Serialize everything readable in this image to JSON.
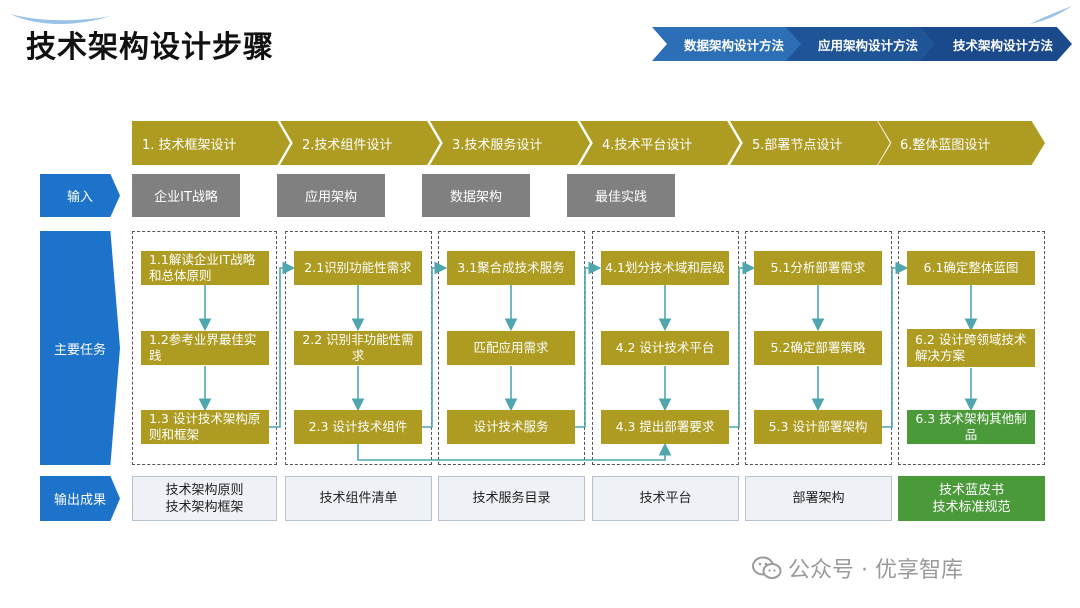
{
  "title": "技术架构设计步骤",
  "nav": [
    "数据架构设计方法",
    "应用架构设计方法",
    "技术架构设计方法"
  ],
  "steps": [
    "1. 技术框架设计",
    "2.技术组件设计",
    "3.技术服务设计",
    "4.技术平台设计",
    "5.部署节点设计",
    "6.整体蓝图设计"
  ],
  "side": {
    "input": "输入",
    "tasks": "主要任务",
    "output": "输出成果"
  },
  "inputs": [
    "企业IT战略",
    "应用架构",
    "数据架构",
    "最佳实践"
  ],
  "tasks": {
    "c1": [
      "1.1解读企业IT战略和总体原则",
      "1.2参考业界最佳实践",
      "1.3 设计技术架构原则和框架"
    ],
    "c2": [
      "2.1识别功能性需求",
      "2.2 识别非功能性需求",
      "2.3 设计技术组件"
    ],
    "c3": [
      "3.1聚合成技术服务",
      "匹配应用需求",
      "设计技术服务"
    ],
    "c4": [
      "4.1划分技术域和层级",
      "4.2 设计技术平台",
      "4.3 提出部署要求"
    ],
    "c5": [
      "5.1分析部署需求",
      "5.2确定部署策略",
      "5.3 设计部署架构"
    ],
    "c6": [
      "6.1确定整体蓝图",
      "6.2 设计跨领域技术解决方案",
      "6.3 技术架构其他制品"
    ]
  },
  "outputs": {
    "o1": [
      "技术架构原则",
      "技术架构框架"
    ],
    "o2": "技术组件清单",
    "o3": "技术服务目录",
    "o4": "技术平台",
    "o5": "部署架构",
    "o6": [
      "技术蓝皮书",
      "技术标准规范"
    ]
  },
  "watermark": "公众号 · 优享智库",
  "colors": {
    "step": "#ad9c21",
    "side": "#1d73c9",
    "input": "#808080",
    "green": "#4a9a3a",
    "arrow": "#4fa6ad"
  }
}
